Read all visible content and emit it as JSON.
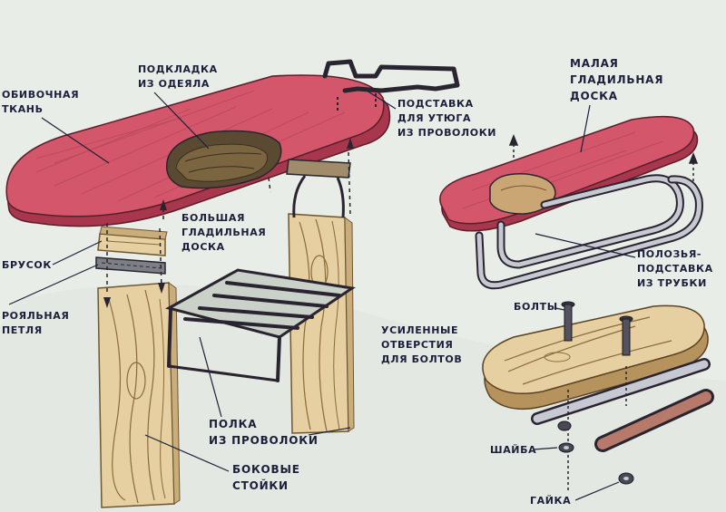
{
  "labels": {
    "obivochnaya_tkan": [
      "ОБИВОЧНАЯ",
      "ТКАНЬ"
    ],
    "podkladka": [
      "ПОДКЛАДКА",
      "ИЗ ОДЕЯЛА"
    ],
    "podstavka_utyug": [
      "ПОДСТАВКА",
      "ДЛЯ УТЮГА",
      "ИЗ ПРОВОЛОКИ"
    ],
    "bolshaya_doska": [
      "БОЛЬШАЯ",
      "ГЛАДИЛЬНАЯ",
      "ДОСКА"
    ],
    "brusok": [
      "БРУСОК"
    ],
    "rojal_petlya": [
      "РОЯЛЬНАЯ",
      "ПЕТЛЯ"
    ],
    "polka": [
      "ПОЛКА",
      "ИЗ ПРОВОЛОКИ"
    ],
    "bokovye_stoiki": [
      "БОКОВЫЕ",
      "СТОЙКИ"
    ],
    "malaya_doska": [
      "МАЛАЯ",
      "ГЛАДИЛЬНАЯ",
      "ДОСКА"
    ],
    "polozya": [
      "ПОЛОЗЬЯ-",
      "ПОДСТАВКА",
      "ИЗ ТРУБКИ"
    ],
    "bolty": [
      "БОЛТЫ"
    ],
    "otverstiya": [
      "УСИЛЕННЫЕ",
      "ОТВЕРСТИЯ",
      "ДЛЯ БОЛТОВ"
    ],
    "shaiba": [
      "ШАЙБА"
    ],
    "gaika": [
      "ГАЙКА"
    ]
  },
  "colors": {
    "board_pink": "#d3566a",
    "board_pink_dark": "#a8374d",
    "wood_light": "#e6cfa0",
    "wood_grain": "#8a6b3a",
    "wire_dark": "#2a2430",
    "background": "#e9ede7",
    "label_ink": "#1c1f3a"
  }
}
